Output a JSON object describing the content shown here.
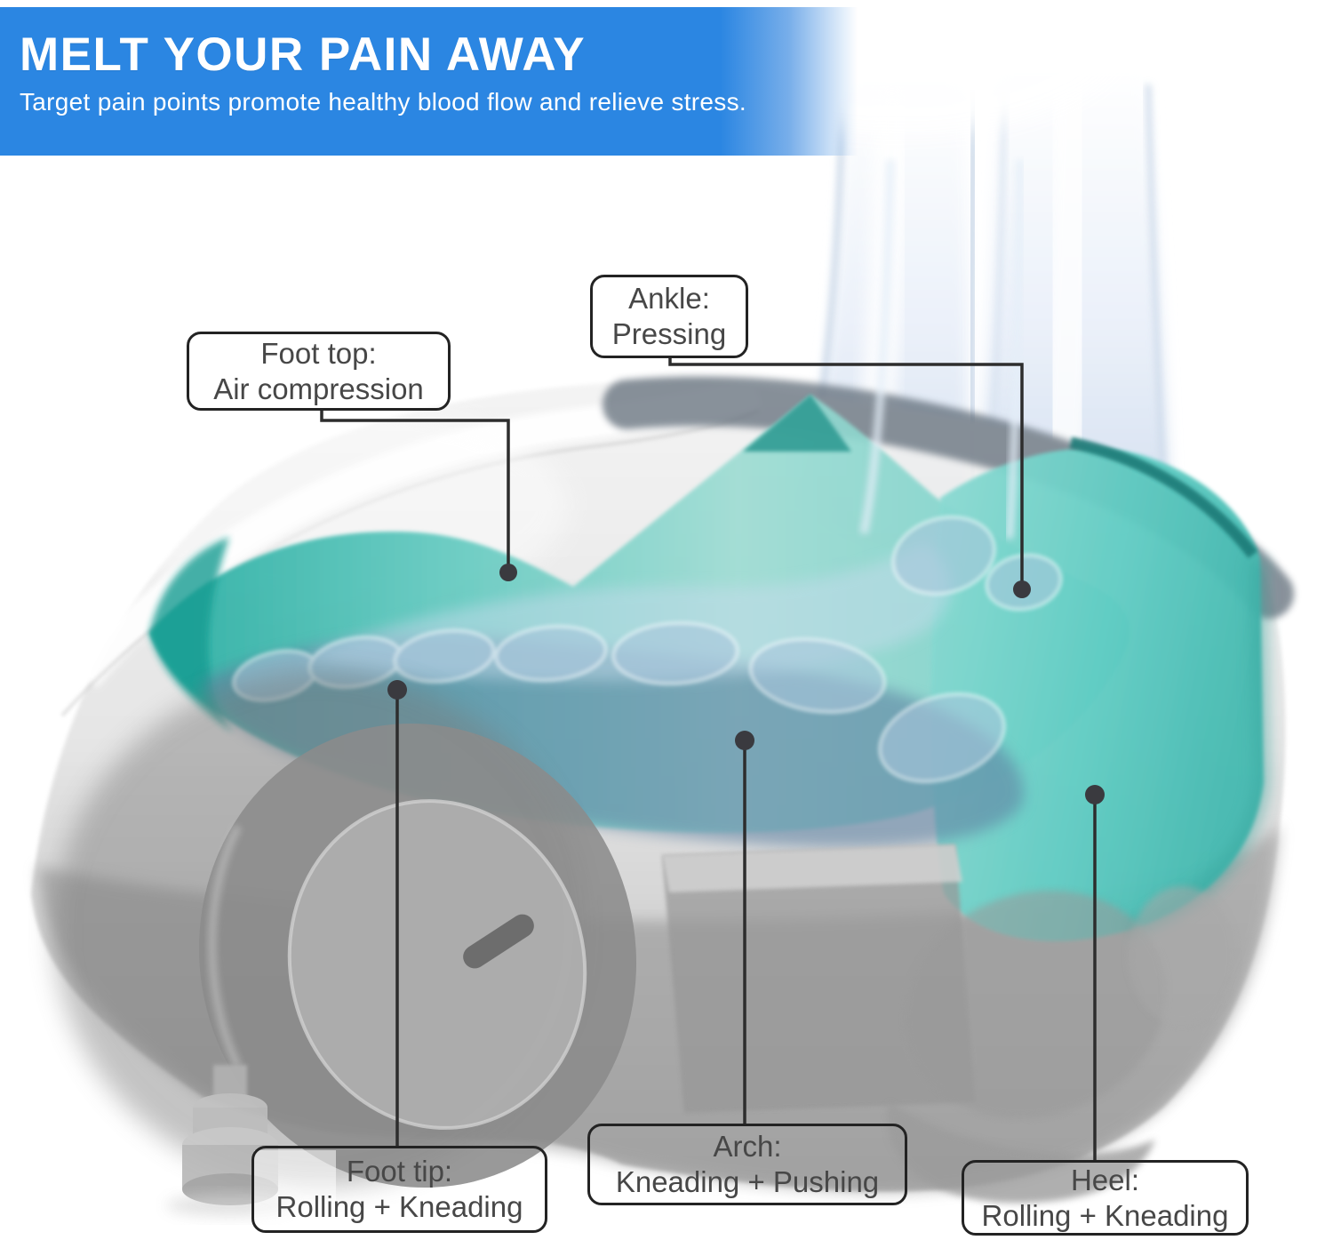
{
  "banner": {
    "title": "MELT YOUR PAIN AWAY",
    "subtitle": "Target pain points promote healthy blood flow and relieve stress.",
    "background_color": "#2b86e2",
    "text_color": "#ffffff"
  },
  "callouts": {
    "foot_top": {
      "line1": "Foot top:",
      "line2": "Air compression"
    },
    "ankle": {
      "line1": "Ankle:",
      "line2": "Pressing"
    },
    "foot_tip": {
      "line1": "Foot tip:",
      "line2": "Rolling + Kneading"
    },
    "arch": {
      "line1": "Arch:",
      "line2": "Kneading + Pushing"
    },
    "heel": {
      "line1": "Heel:",
      "line2": "Rolling + Kneading"
    }
  },
  "colors": {
    "teal_insole": "#52c5bc",
    "teal_heel_cup": "#63cfc6",
    "teal_rim_dark": "#1e7a77",
    "machine_gray": "#c9c9c9",
    "bone_blue": "#aec7de",
    "callout_line": "#2d2d2d",
    "callout_text": "#474747"
  }
}
